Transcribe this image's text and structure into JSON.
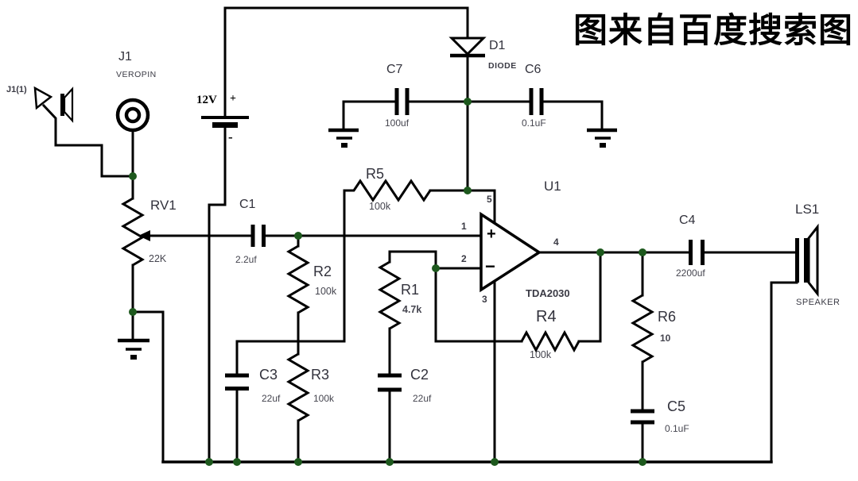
{
  "title": "图来自百度搜索图",
  "colors": {
    "wire": "#000000",
    "junction_dot": "#1d581d",
    "label": "#32323c"
  },
  "components": {
    "j1": {
      "ref": "J1",
      "sub": "VEROPIN",
      "pin_label": "J1(1)"
    },
    "battery": {
      "ref": "12V",
      "plus": "+",
      "minus": "-"
    },
    "rv1": {
      "ref": "RV1",
      "value": "22K"
    },
    "c1": {
      "ref": "C1",
      "value": "2.2uf"
    },
    "r2": {
      "ref": "R2",
      "value": "100k"
    },
    "c3": {
      "ref": "C3",
      "value": "22uf"
    },
    "r3": {
      "ref": "R3",
      "value": "100k"
    },
    "r5": {
      "ref": "R5",
      "value": "100k"
    },
    "c7": {
      "ref": "C7",
      "value": "100uf"
    },
    "d1": {
      "ref": "D1",
      "sub": "DIODE"
    },
    "c6": {
      "ref": "C6",
      "value": "0.1uF"
    },
    "u1": {
      "ref": "U1",
      "part": "TDA2030",
      "pin1": "1",
      "pin2": "2",
      "pin3": "3",
      "pin4": "4",
      "pin5": "5",
      "plus": "+",
      "minus": "−"
    },
    "r1": {
      "ref": "R1",
      "value": "4.7k"
    },
    "c2": {
      "ref": "C2",
      "value": "22uf"
    },
    "r4": {
      "ref": "R4",
      "value": "100k"
    },
    "c4": {
      "ref": "C4",
      "value": "2200uf"
    },
    "r6": {
      "ref": "R6",
      "value": "10"
    },
    "c5": {
      "ref": "C5",
      "value": "0.1uF"
    },
    "ls1": {
      "ref": "LS1",
      "sub": "SPEAKER"
    }
  }
}
